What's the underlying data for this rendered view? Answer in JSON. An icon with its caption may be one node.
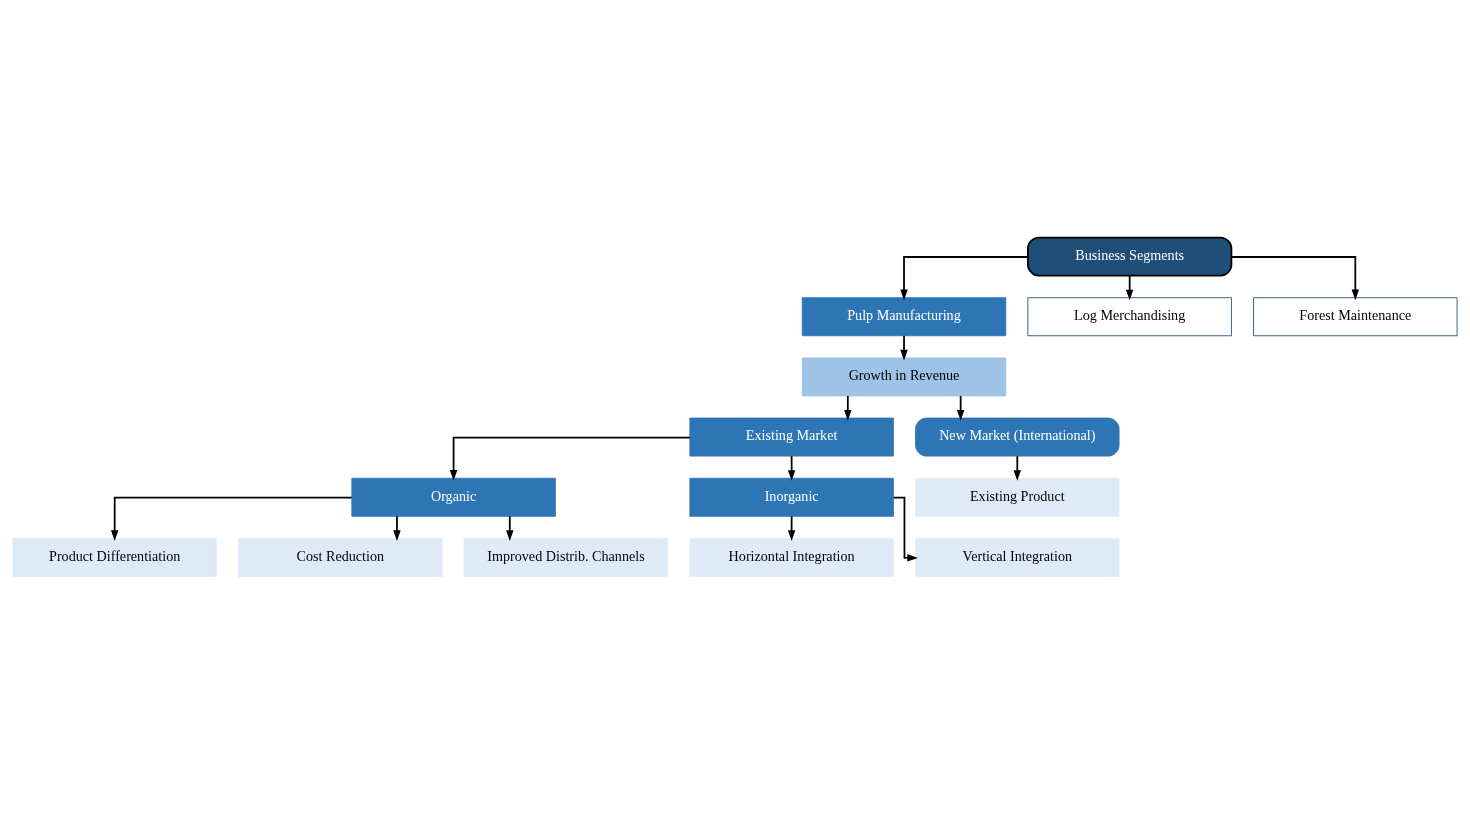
{
  "diagram": {
    "nodes": [
      {
        "text": [
          "Business Segments"
        ]
      },
      {
        "text": [
          "Pulp Manufacturing"
        ]
      },
      {
        "text": [
          "Log Merchandising"
        ]
      },
      {
        "text": [
          "Forest Maintenance"
        ]
      },
      {
        "text": [
          "Growth in Revenue"
        ]
      },
      {
        "text": [
          "Existing Market"
        ]
      },
      {
        "text": [
          "New Market (International)"
        ]
      },
      {
        "text": [
          "Organic"
        ]
      },
      {
        "text": [
          "Inorganic"
        ]
      },
      {
        "text": [
          "Existing Product"
        ]
      },
      {
        "text": [
          "Product Differentiation"
        ]
      },
      {
        "text": [
          "Cost Reduction"
        ]
      },
      {
        "text": [
          "Improved Distrib. Channels"
        ]
      },
      {
        "text": [
          "Horizontal Integration"
        ]
      },
      {
        "text": [
          "Vertical Integration"
        ]
      }
    ],
    "edges": [
      {
        "from": 0,
        "to": 1,
        "arrow": "to"
      },
      {
        "from": 0,
        "to": 2,
        "arrow": "to"
      },
      {
        "from": 0,
        "to": 3,
        "arrow": "to"
      },
      {
        "from": 1,
        "to": 4,
        "arrow": "to"
      },
      {
        "from": 4,
        "to": 5,
        "arrow": "to"
      },
      {
        "from": 4,
        "to": 6,
        "arrow": "to"
      },
      {
        "from": 5,
        "to": 7,
        "arrow": "to"
      },
      {
        "from": 5,
        "to": 8,
        "arrow": "to"
      },
      {
        "from": 6,
        "to": 9,
        "arrow": "to"
      },
      {
        "from": 7,
        "to": 10,
        "arrow": "to"
      },
      {
        "from": 7,
        "to": 11,
        "arrow": "to"
      },
      {
        "from": 7,
        "to": 12,
        "arrow": "to"
      },
      {
        "from": 8,
        "to": 13,
        "arrow": "to"
      },
      {
        "from": 8,
        "to": 14,
        "arrow": "to"
      }
    ]
  }
}
